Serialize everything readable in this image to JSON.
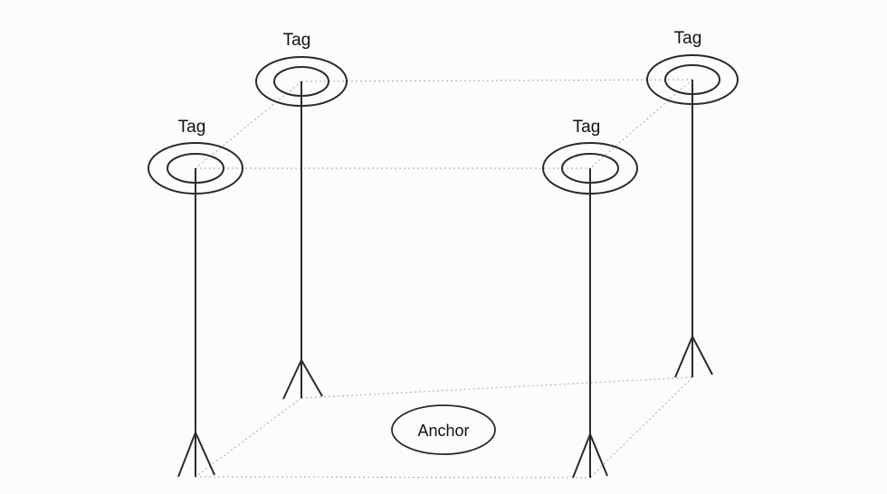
{
  "diagram": {
    "type": "uwb-positioning-setup",
    "nodes": {
      "tag_back_left": {
        "label": "Tag"
      },
      "tag_back_right": {
        "label": "Tag"
      },
      "tag_front_left": {
        "label": "Tag"
      },
      "tag_front_right": {
        "label": "Tag"
      },
      "anchor": {
        "label": "Anchor"
      }
    },
    "colors": {
      "background": "#fcfcfc",
      "solid_line": "#2a2a2a",
      "dashed_line": "#b5b5b5",
      "text": "#111111"
    }
  }
}
